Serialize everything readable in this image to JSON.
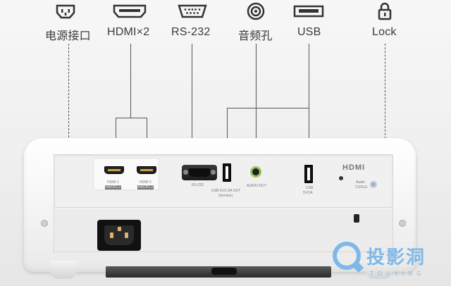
{
  "labels": {
    "power": "电源接口",
    "hdmi": "HDMI×2",
    "rs232": "RS-232",
    "audio": "音频孔",
    "usb": "USB",
    "lock": "Lock"
  },
  "panel_text": {
    "hdmi1": "HDMI 1",
    "hdmi1_tag": "HDCP2.2",
    "hdmi2": "HDMI 2",
    "hdmi2_tag": "HDCP2.2",
    "rs232": "RS-232",
    "usb_service_line1": "USB 5V/1.5A OUT",
    "usb_service_line2": "(Service)",
    "audio_out": "AUDIO OUT",
    "usb_right_line1": "USB",
    "usb_right_line2": "5V/1A",
    "hdmi_logo": "HDMI",
    "audio_brand_line1": "Audio",
    "audio_brand_line2": "COOLE"
  },
  "watermark": {
    "text": "投影洞",
    "sub": "TOUYING"
  },
  "colors": {
    "line": "#555555",
    "watermark": "#7fb8e8",
    "audio_ring": "#9ac25d"
  },
  "icons": [
    "power-socket-icon",
    "hdmi-icon",
    "rs232-icon",
    "audio-jack-icon",
    "usb-icon",
    "lock-icon"
  ]
}
